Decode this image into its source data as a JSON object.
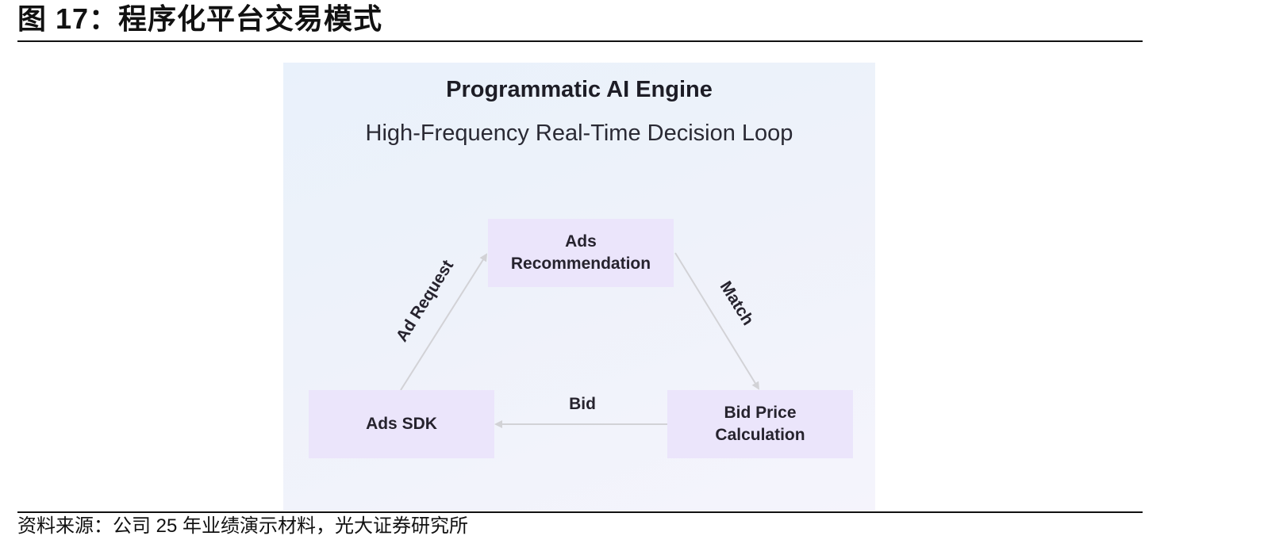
{
  "figure": {
    "title": "图 17：程序化平台交易模式",
    "source": "资料来源：公司 25 年业绩演示材料，光大证券研究所"
  },
  "diagram": {
    "title": "Programmatic AI Engine",
    "subtitle": "High-Frequency Real-Time Decision Loop",
    "nodes": {
      "recommendation": "Ads\nRecommendation",
      "sdk": "Ads SDK",
      "bid_calc": "Bid Price\nCalculation"
    },
    "edges": {
      "ad_request": "Ad Request",
      "match": "Match",
      "bid": "Bid"
    },
    "colors": {
      "node_fill": "#ebe5fb",
      "arrow": "#d2d2d6"
    }
  }
}
